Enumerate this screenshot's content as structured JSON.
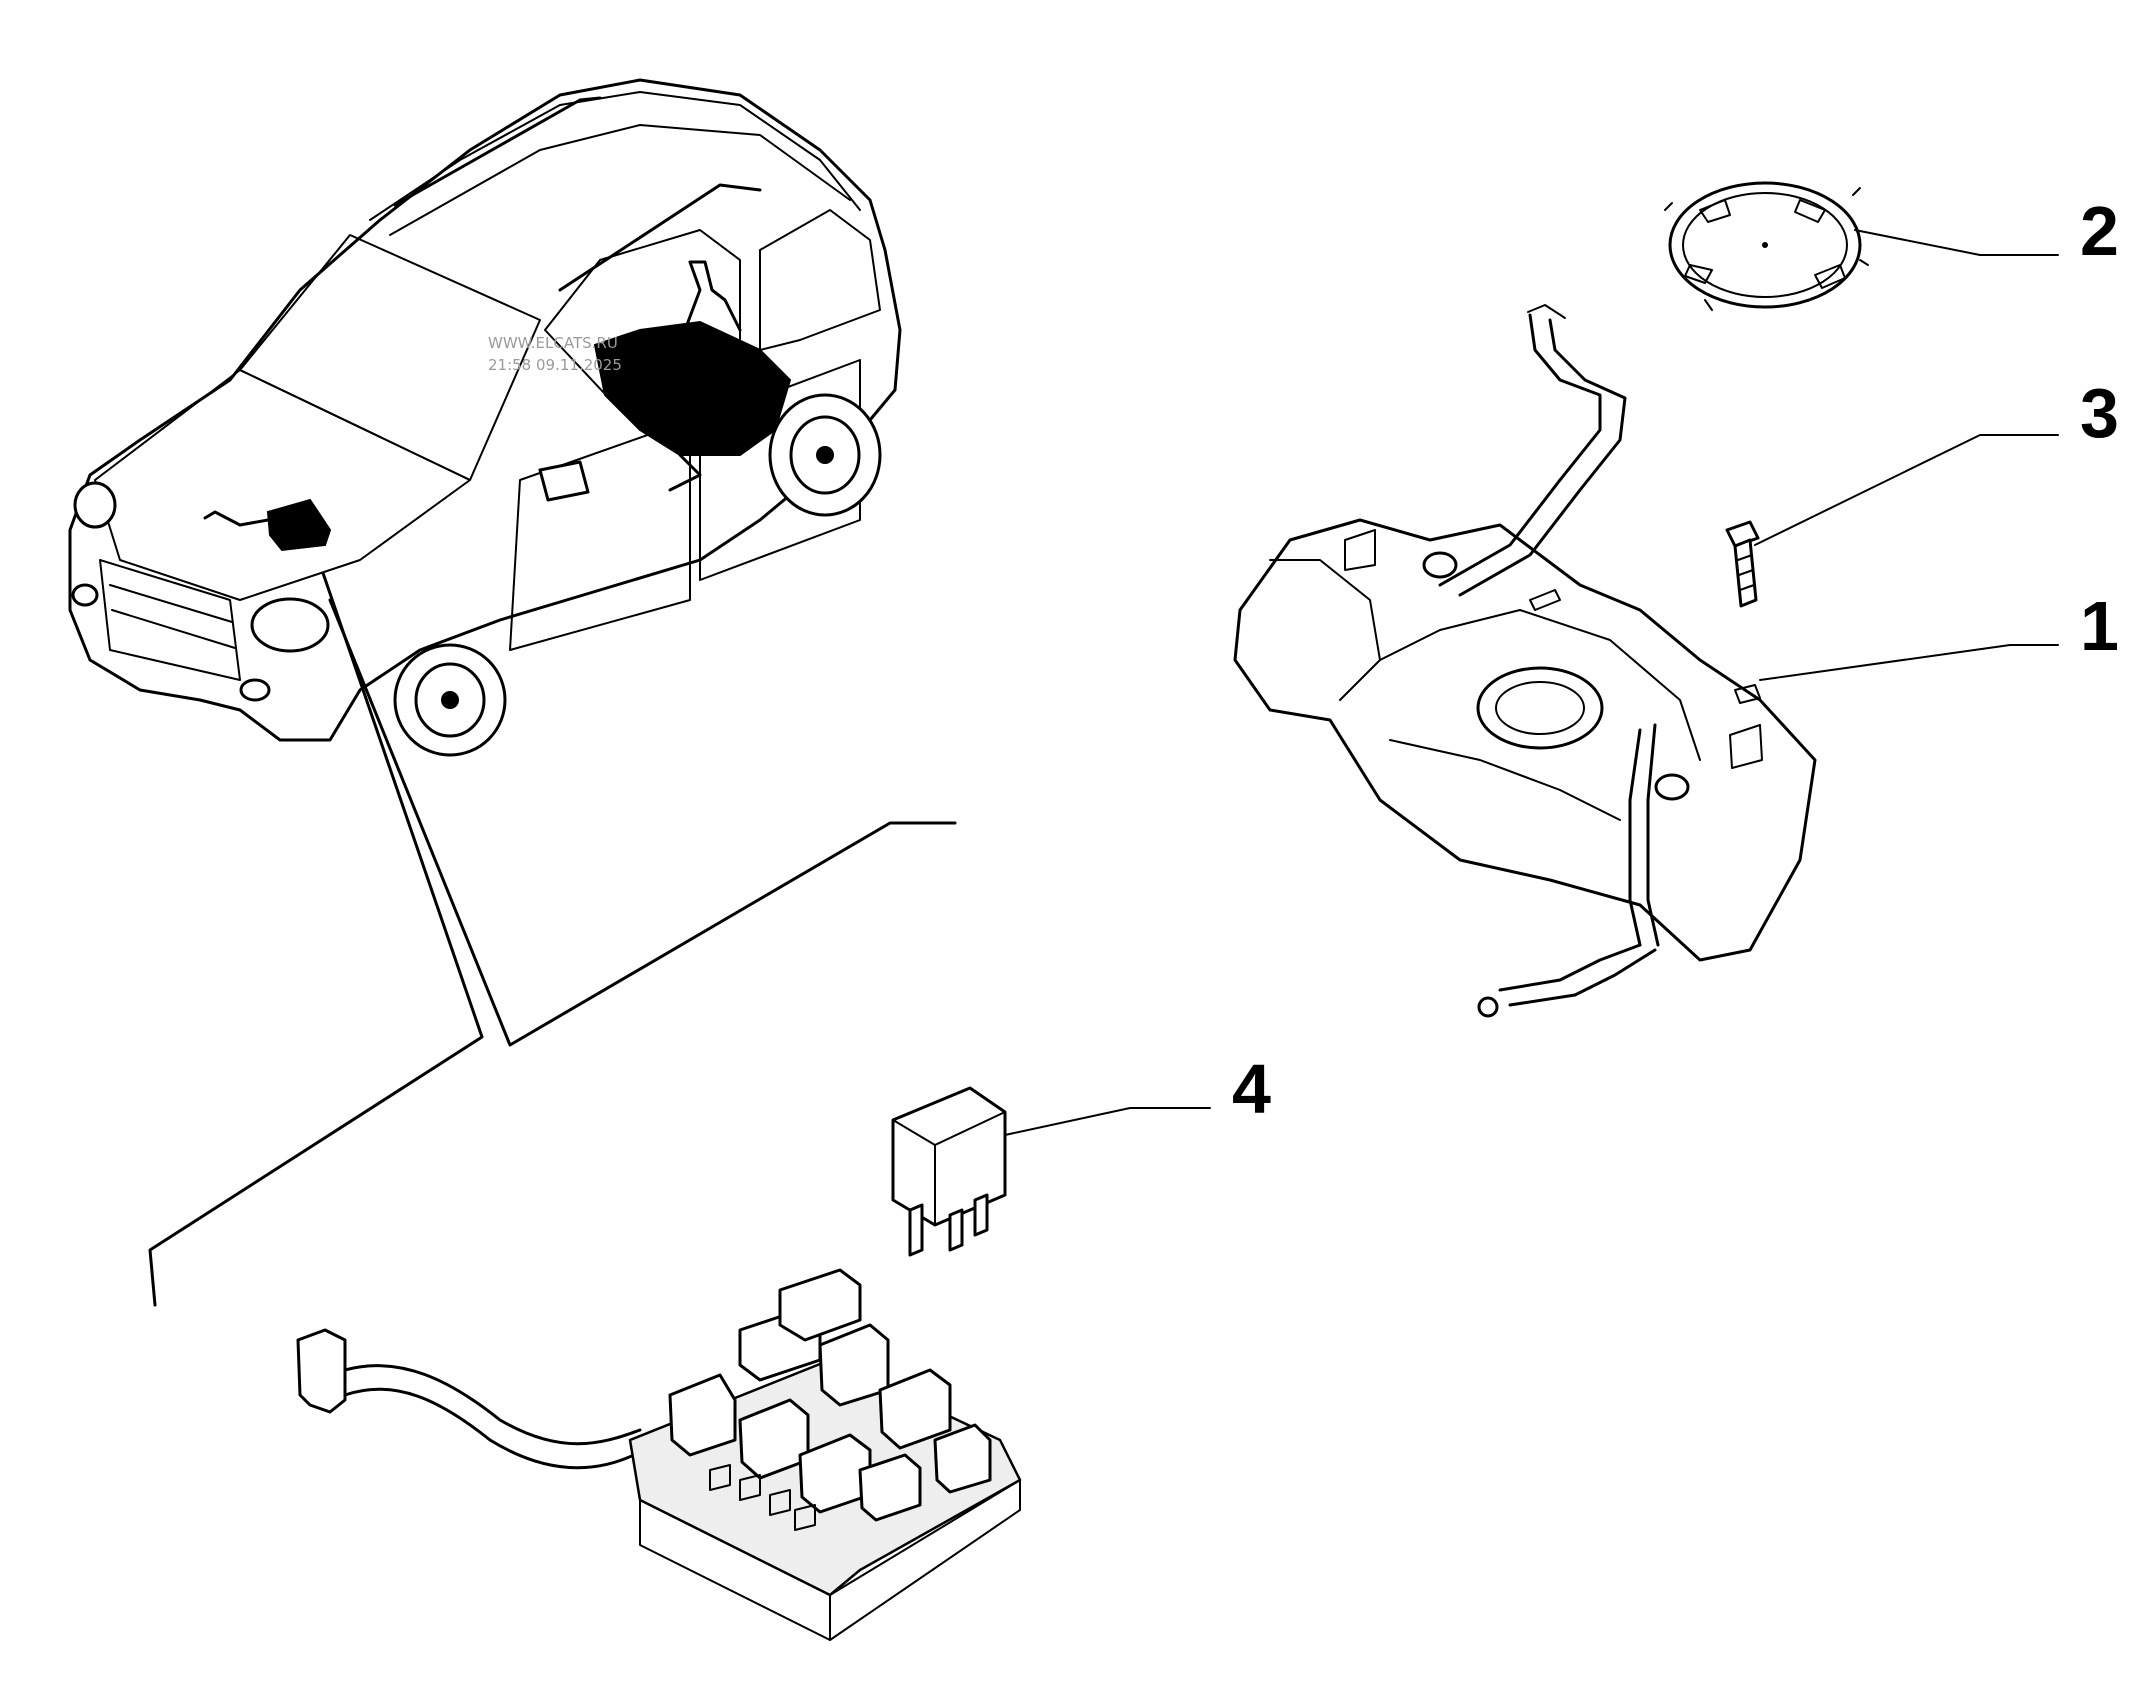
{
  "diagram": {
    "callouts": [
      {
        "id": "1",
        "label": "1"
      },
      {
        "id": "2",
        "label": "2"
      },
      {
        "id": "3",
        "label": "3"
      },
      {
        "id": "4",
        "label": "4"
      }
    ],
    "watermark": {
      "line1": "WWW.ELCATS.RU",
      "line2": "21:58 09.11.2025"
    }
  }
}
